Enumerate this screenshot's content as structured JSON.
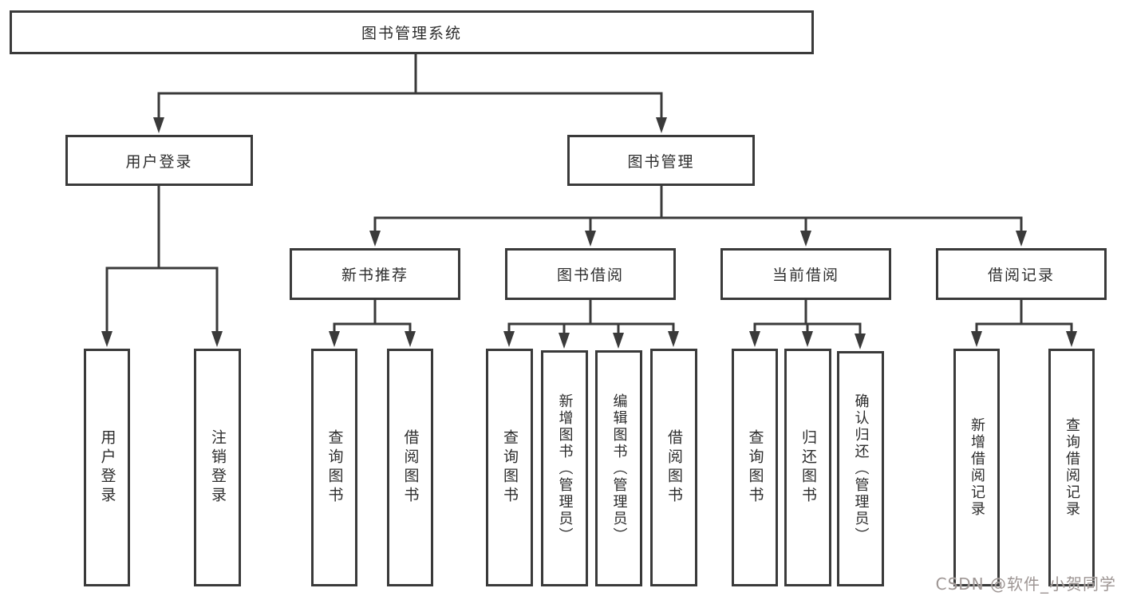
{
  "colors": {
    "line": "#3a3a3a",
    "box_border": "#3a3a3a",
    "text": "#2d2d2d",
    "watermark": "#9e9694",
    "background": "#ffffff"
  },
  "watermark": "CSDN @软件_小贺同学",
  "tree": {
    "label": "图书管理系统",
    "children": [
      {
        "label": "用户登录",
        "children": [
          {
            "label": "用户登录"
          },
          {
            "label": "注销登录"
          }
        ]
      },
      {
        "label": "图书管理",
        "children": [
          {
            "label": "新书推荐",
            "children": [
              {
                "label": "查询图书"
              },
              {
                "label": "借阅图书"
              }
            ]
          },
          {
            "label": "图书借阅",
            "children": [
              {
                "label": "查询图书"
              },
              {
                "label": "新增图书（管理员）"
              },
              {
                "label": "编辑图书（管理员）"
              },
              {
                "label": "借阅图书"
              }
            ]
          },
          {
            "label": "当前借阅",
            "children": [
              {
                "label": "查询图书"
              },
              {
                "label": "归还图书"
              },
              {
                "label": "确认归还（管理员）"
              }
            ]
          },
          {
            "label": "借阅记录",
            "children": [
              {
                "label": "新增借阅记录"
              },
              {
                "label": "查询借阅记录"
              }
            ]
          }
        ]
      }
    ]
  }
}
